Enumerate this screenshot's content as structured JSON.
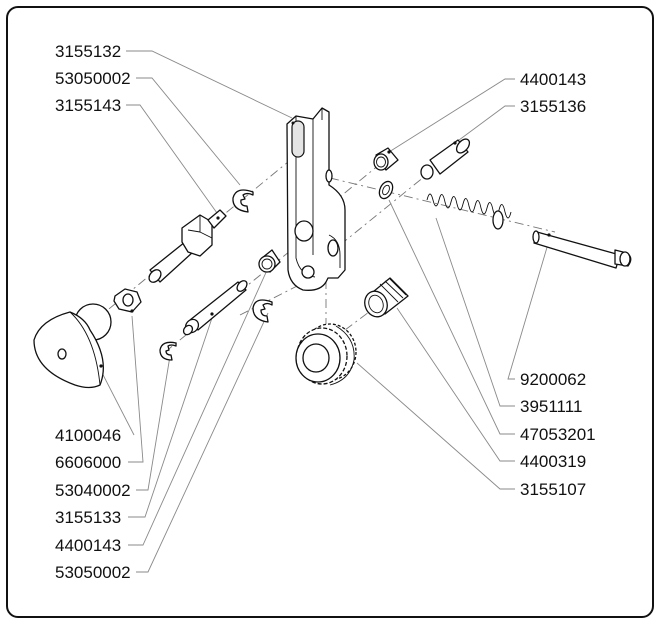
{
  "diagram": {
    "type": "exploded-parts-diagram",
    "labels_left": [
      {
        "id": "l1",
        "text": "3155132",
        "part": "bracket"
      },
      {
        "id": "l2",
        "text": "53050002",
        "part": "e-clip-top"
      },
      {
        "id": "l3",
        "text": "3155143",
        "part": "eccentric-shaft"
      },
      {
        "id": "l4",
        "text": "4100046",
        "part": "knob"
      },
      {
        "id": "l5",
        "text": "6606000",
        "part": "hex-nut"
      },
      {
        "id": "l6",
        "text": "53040002",
        "part": "e-clip-small"
      },
      {
        "id": "l7",
        "text": "3155133",
        "part": "pin-shaft"
      },
      {
        "id": "l8",
        "text": "4400143",
        "part": "bushing-left"
      },
      {
        "id": "l9",
        "text": "53050002",
        "part": "e-clip-mid"
      }
    ],
    "labels_right": [
      {
        "id": "r1",
        "text": "4400143",
        "part": "bushing-right"
      },
      {
        "id": "r2",
        "text": "3155136",
        "part": "plunger"
      },
      {
        "id": "r3",
        "text": "9200062",
        "part": "screw"
      },
      {
        "id": "r4",
        "text": "3951111",
        "part": "spring"
      },
      {
        "id": "r5",
        "text": "47053201",
        "part": "washer"
      },
      {
        "id": "r6",
        "text": "4400319",
        "part": "needle-bearing"
      },
      {
        "id": "r7",
        "text": "3155107",
        "part": "drive-gear"
      }
    ]
  }
}
